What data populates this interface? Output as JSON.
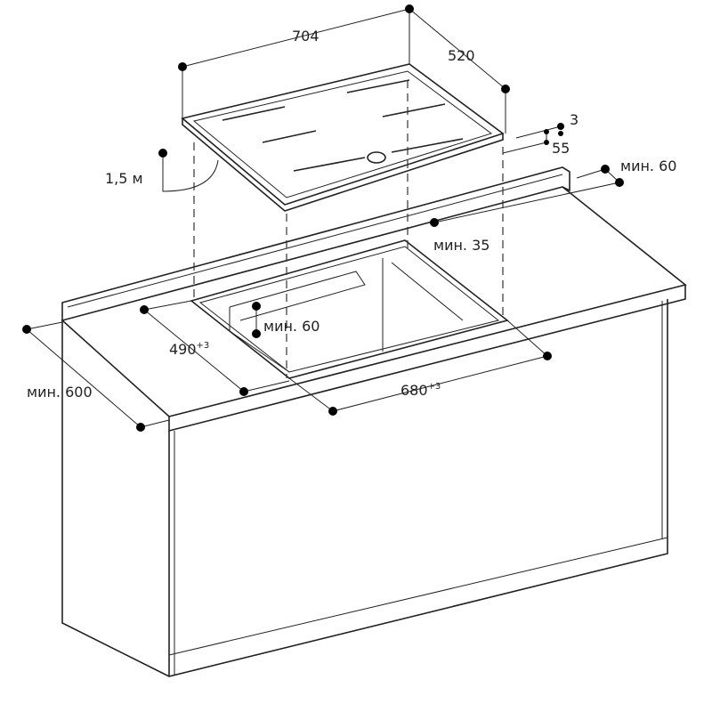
{
  "title": "Hob installation dimensions",
  "labels": {
    "hob_width": "704",
    "hob_depth": "520",
    "hob_frame": "3",
    "hob_height": "55",
    "cable_length": "1,5 м",
    "min_rear_gap": "мин. 60",
    "min_cutout_rear": "мин. 35",
    "min_inner_gap": "мин. 60",
    "cutout_depth": "490",
    "cutout_depth_tol": "+3",
    "worktop_depth": "мин. 600",
    "cutout_width": "680",
    "cutout_width_tol": "+3"
  }
}
